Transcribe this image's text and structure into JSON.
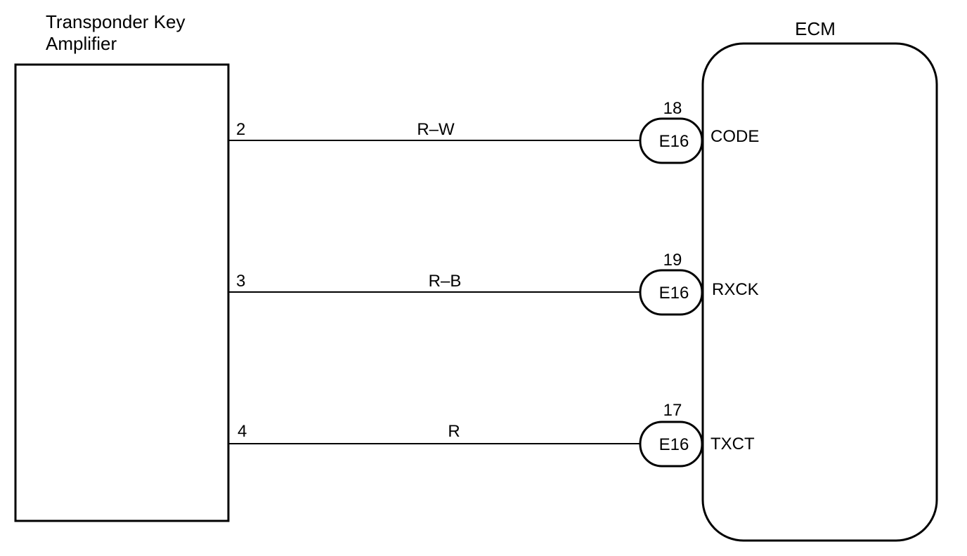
{
  "amplifier": {
    "title_line1": "Transponder Key",
    "title_line2": "Amplifier"
  },
  "ecm": {
    "title": "ECM"
  },
  "wires": [
    {
      "amp_pin": "2",
      "wire_color": "R–W",
      "ecm_pin": "18",
      "connector": "E16",
      "signal": "CODE"
    },
    {
      "amp_pin": "3",
      "wire_color": "R–B",
      "ecm_pin": "19",
      "connector": "E16",
      "signal": "RXCK"
    },
    {
      "amp_pin": "4",
      "wire_color": "R",
      "ecm_pin": "17",
      "connector": "E16",
      "signal": "TXCT"
    }
  ]
}
